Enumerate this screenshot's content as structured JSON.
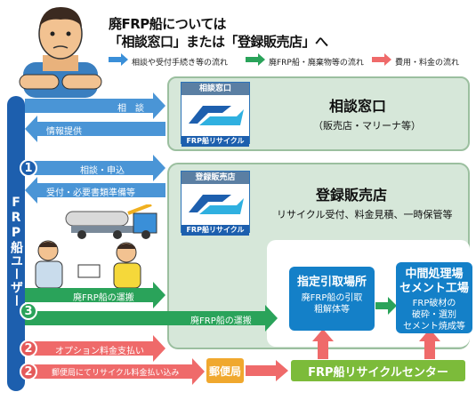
{
  "title": {
    "line1": "廃FRP船については",
    "line2": "「相談窓口」または「登録販売店」へ"
  },
  "legend": [
    {
      "label": "相談や受付手続き等の流れ",
      "color": "#3a8fd8"
    },
    {
      "label": "廃FRP船・廃棄物等の流れ",
      "color": "#2aa35a"
    },
    {
      "label": "費用・料金の流れ",
      "color": "#ef6a6a"
    }
  ],
  "user_label": "FRP船ユーザー",
  "consult_center": {
    "badge": "相談窓口",
    "logo_text": "FRP船リサイクル",
    "title": "相談窓口",
    "subtitle": "（販売店・マリーナ等）"
  },
  "reg_shop": {
    "badge": "登録販売店",
    "logo_text": "FRP船リサイクル",
    "title": "登録販売店",
    "subtitle": "リサイクル受付、料金見積、一時保管等"
  },
  "flows": {
    "consult": "相　談",
    "info": "情報提供",
    "apply": "相談・申込",
    "docs": "受付・必要書類準備等",
    "transport1": "廃FRP船の運搬",
    "transport2": "廃FRP船の運搬",
    "option_fee": "オプション料金支払い",
    "postal_fee": "郵便局にてリサイクル料金払い込み"
  },
  "steps": {
    "one": "1",
    "three": "3",
    "two_a": "2",
    "two_b": "2"
  },
  "pickup": {
    "title": "指定引取場所",
    "desc1": "廃FRP船の引取",
    "desc2": "粗解体等"
  },
  "processing": {
    "title1": "中間処理場",
    "title2": "セメント工場",
    "desc1": "FRP破材の",
    "desc2": "破砕・選別",
    "desc3": "セメント焼成等"
  },
  "post_office": "郵便局",
  "recycle_center": "FRP船リサイクルセンター"
}
